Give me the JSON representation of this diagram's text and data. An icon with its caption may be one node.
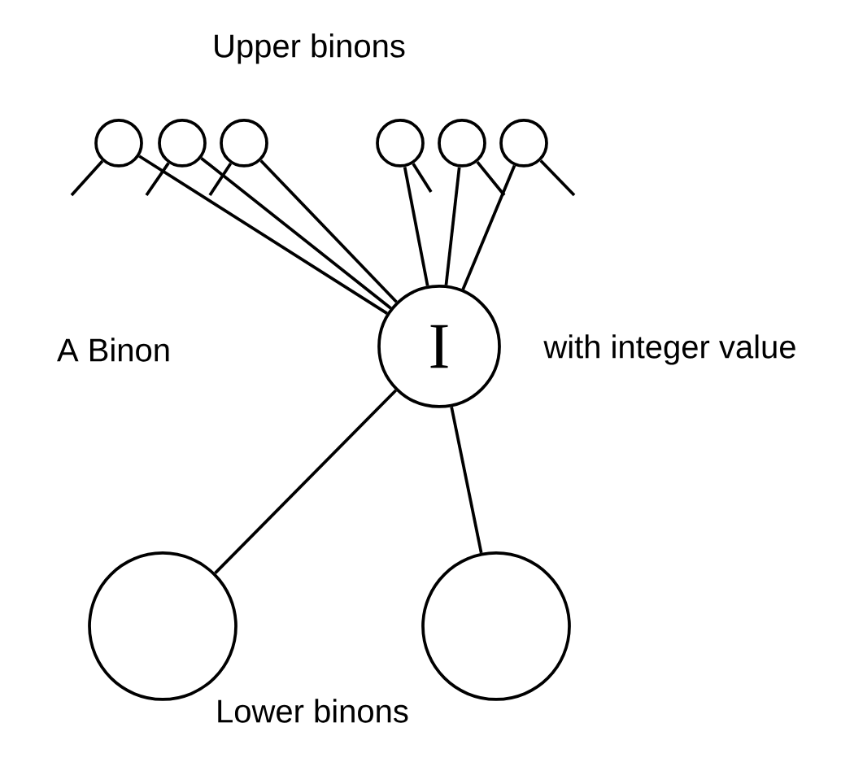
{
  "diagram": {
    "nodes": [
      {
        "text": [],
        "shape": "circle"
      },
      {
        "text": [],
        "shape": "circle"
      },
      {
        "text": [],
        "shape": "circle"
      },
      {
        "text": [],
        "shape": "circle"
      },
      {
        "text": [],
        "shape": "circle"
      },
      {
        "text": [],
        "shape": "circle"
      },
      {
        "text": [
          "I"
        ]
      },
      {
        "text": [],
        "shape": "circle"
      },
      {
        "text": [],
        "shape": "circle"
      }
    ],
    "edges": [
      {
        "from": 0,
        "to": 6,
        "arrow": "none"
      },
      {
        "from": 1,
        "to": 6,
        "arrow": "none"
      },
      {
        "from": 2,
        "to": 6,
        "arrow": "none"
      },
      {
        "from": 3,
        "to": 6,
        "arrow": "none"
      },
      {
        "from": 4,
        "to": 6,
        "arrow": "none"
      },
      {
        "from": 5,
        "to": 6,
        "arrow": "none"
      },
      {
        "from": 0,
        "to": null,
        "arrow": "none"
      },
      {
        "from": 1,
        "to": null,
        "arrow": "none"
      },
      {
        "from": 2,
        "to": null,
        "arrow": "none"
      },
      {
        "from": 3,
        "to": null,
        "arrow": "none"
      },
      {
        "from": 4,
        "to": null,
        "arrow": "none"
      },
      {
        "from": 5,
        "to": null,
        "arrow": "none"
      },
      {
        "from": 6,
        "to": 7,
        "arrow": "none"
      },
      {
        "from": 6,
        "to": 8,
        "arrow": "none"
      }
    ],
    "labels": [
      "Upper binons",
      "A Binon",
      "with integer value",
      "Lower binons"
    ]
  }
}
